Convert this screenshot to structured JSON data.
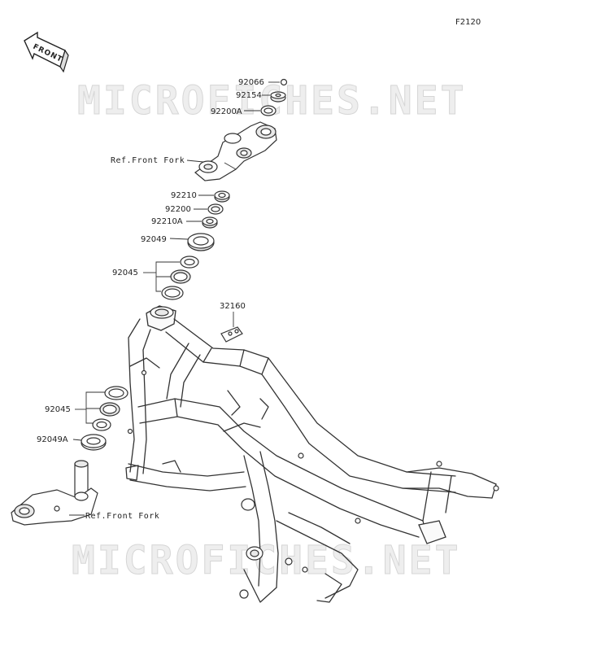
{
  "figure_code": "F2120",
  "front_label": "FRONT",
  "watermarks": [
    "MICROFICHES.NET",
    "MICROFICHES.NET"
  ],
  "callouts": {
    "p92066": "92066",
    "p92154": "92154",
    "p92200A": "92200A",
    "ref_front_fork_upper": "Ref.Front Fork",
    "p92210": "92210",
    "p92200": "92200",
    "p92210A": "92210A",
    "p92049": "92049",
    "p92045_upper": "92045",
    "p32160": "32160",
    "p92045_lower": "92045",
    "p92049A": "92049A",
    "ref_front_fork_lower": "Ref.Front Fork"
  }
}
